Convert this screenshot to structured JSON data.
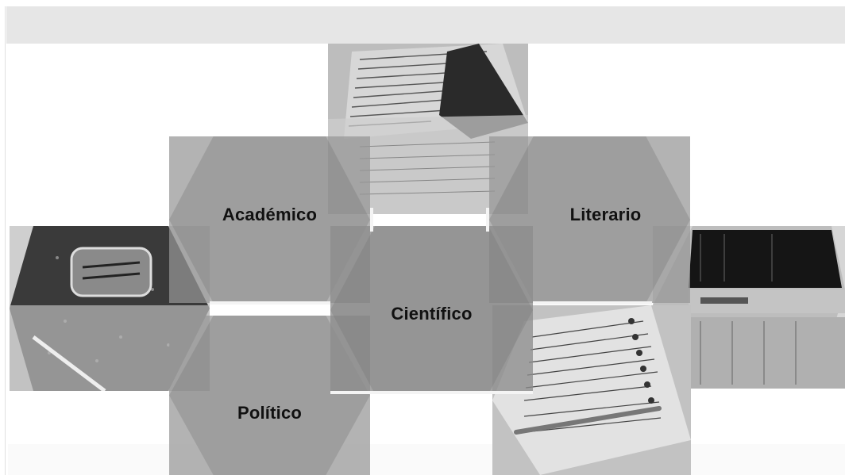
{
  "categories": [
    {
      "id": "academico",
      "label": "Académico"
    },
    {
      "id": "literario",
      "label": "Literario"
    },
    {
      "id": "cientifico",
      "label": "Científico"
    },
    {
      "id": "politico",
      "label": "Político"
    }
  ],
  "photos": [
    {
      "id": "photo-handwriting",
      "icon": "handwritten-page-photo"
    },
    {
      "id": "photo-notebook",
      "icon": "composition-notebook-photo"
    },
    {
      "id": "photo-books",
      "icon": "book-spines-photo"
    },
    {
      "id": "photo-spiral",
      "icon": "spiral-notebook-pen-photo"
    }
  ]
}
